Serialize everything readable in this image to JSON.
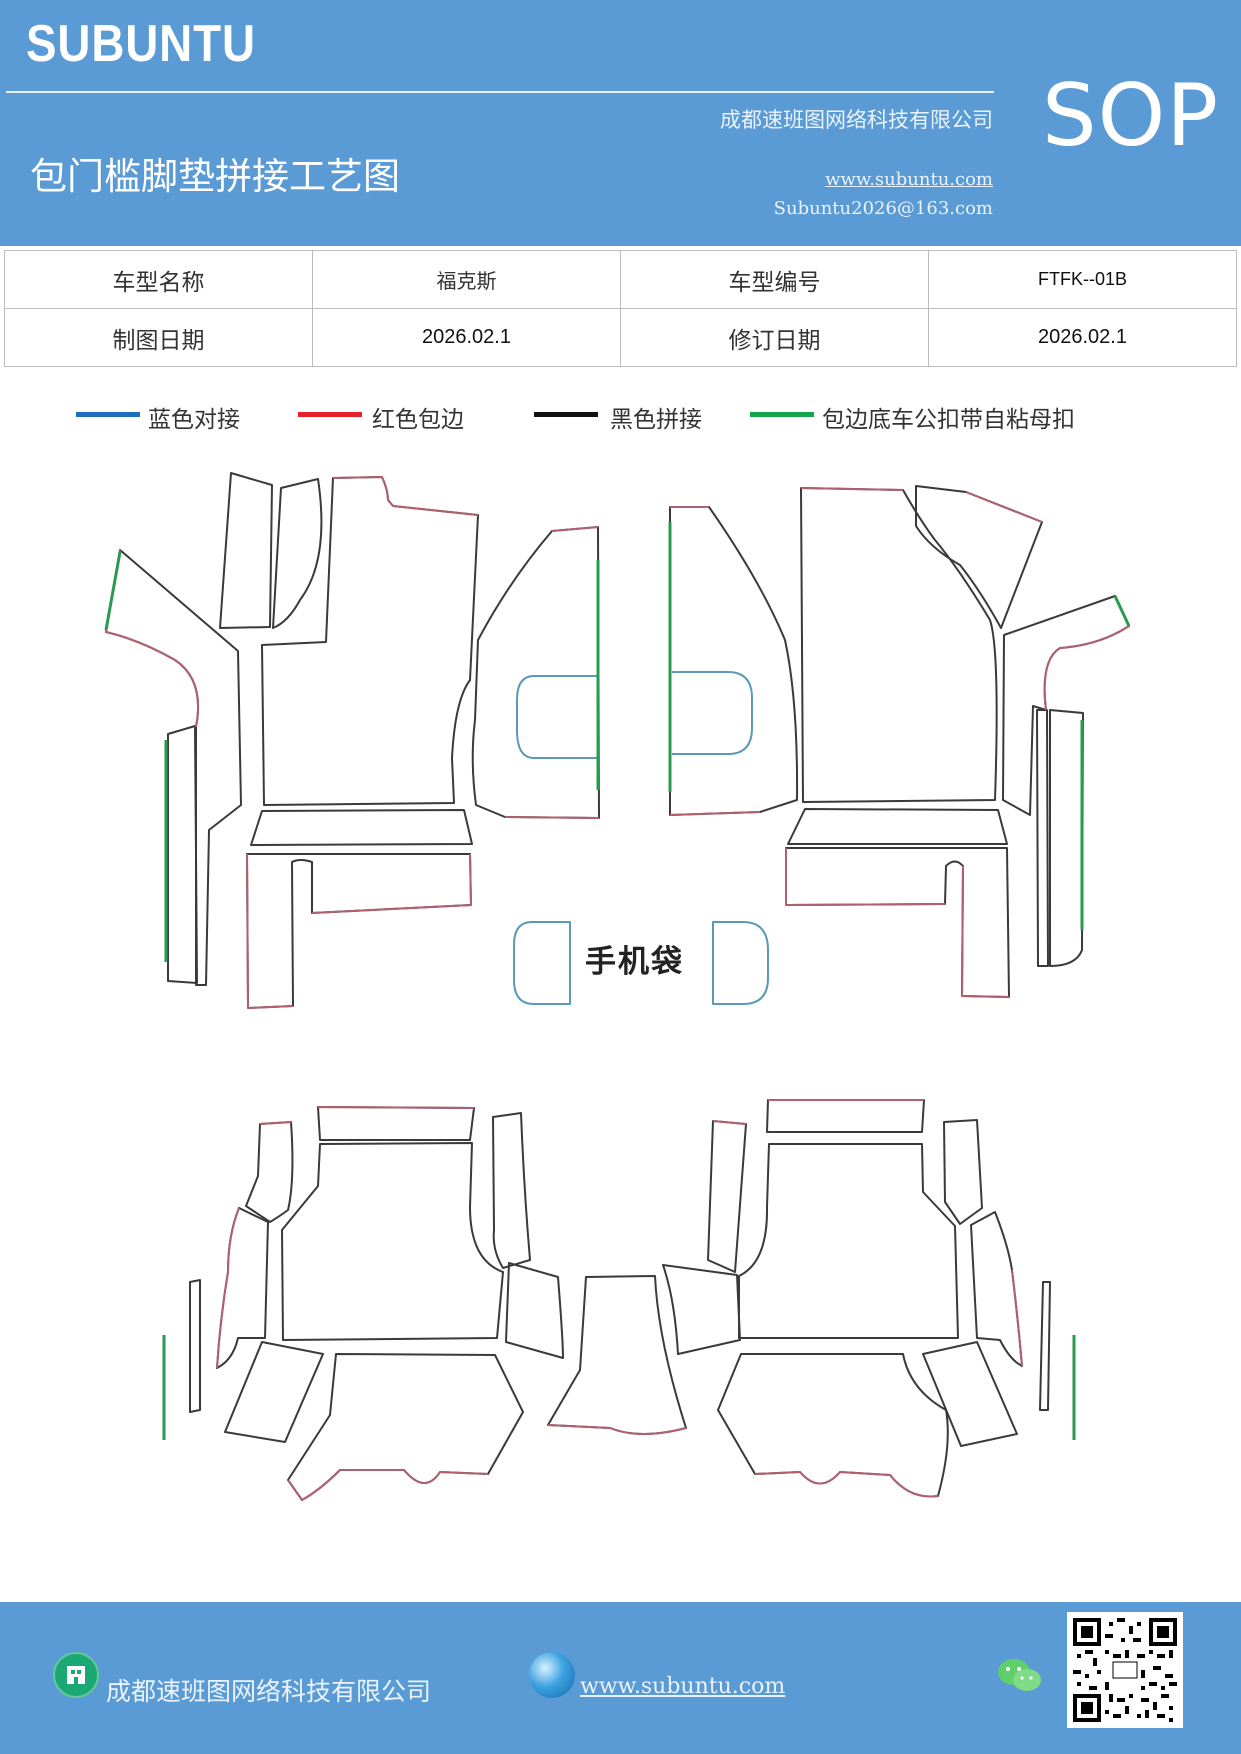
{
  "header": {
    "brand": "SUBUNTU",
    "company": "成都速班图网络科技有限公司",
    "title": "包门槛脚垫拼接工艺图",
    "website": "www.subuntu.com",
    "email": "Subuntu2026@163.com",
    "badge": "SOP"
  },
  "info_table": {
    "model_name_label": "车型名称",
    "model_name_value": "福克斯",
    "model_code_label": "车型编号",
    "model_code_value": "FTFK--01B",
    "draw_date_label": "制图日期",
    "draw_date_value": "2026.02.1",
    "revise_date_label": "修订日期",
    "revise_date_value": "2026.02.1"
  },
  "legend": [
    {
      "label": "蓝色对接",
      "color": "#1f6fbf"
    },
    {
      "label": "红色包边",
      "color": "#e8202a"
    },
    {
      "label": "黑色拼接",
      "color": "#111111"
    },
    {
      "label": "包边底车公扣带自粘母扣",
      "color": "#12a54a"
    }
  ],
  "drawing": {
    "phone_bag_label": "手机袋",
    "colors": {
      "outline": "#3a3a3a",
      "edge": "#b06070",
      "blue": "#5a9ab8",
      "green": "#2a9a50"
    }
  },
  "footer": {
    "company": "成都速班图网络科技有限公司",
    "website": "www.subuntu.com",
    "icons": [
      "building-icon",
      "globe-icon",
      "wechat-icon",
      "qr-code"
    ]
  }
}
